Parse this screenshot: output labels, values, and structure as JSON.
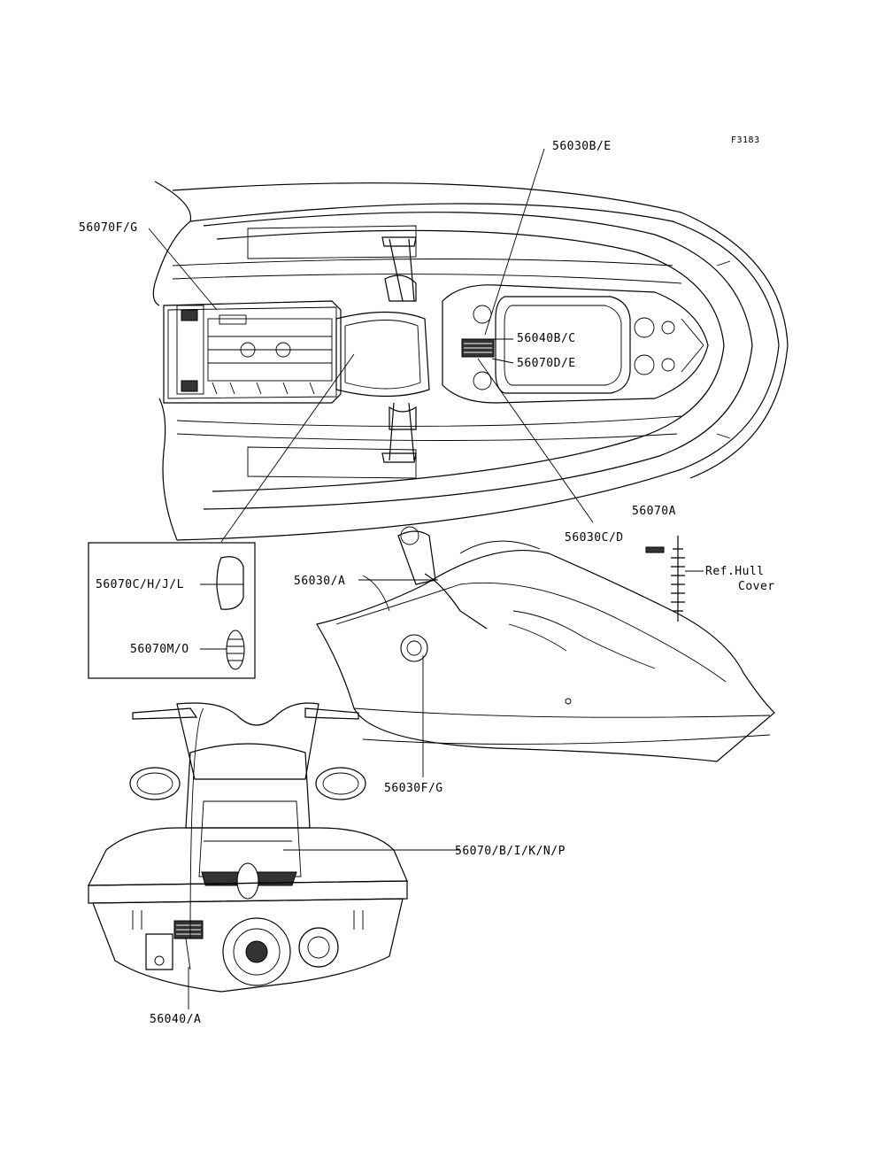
{
  "figure_code": "F3183",
  "labels": {
    "l_56030be": "56030B/E",
    "l_56070fg": "56070F/G",
    "l_56040bc": "56040B/C",
    "l_56070de": "56070D/E",
    "l_56030cd": "56030C/D",
    "l_56070a": "56070A",
    "l_refhull1": "Ref.Hull",
    "l_refhull2": "Cover",
    "l_56030a": "56030/A",
    "l_56070chjl": "56070C/H/J/L",
    "l_56070mo": "56070M/O",
    "l_56030fg": "56030F/G",
    "l_56070bikn": "56070/B/I/K/N/P",
    "l_56040a": "56040/A"
  }
}
